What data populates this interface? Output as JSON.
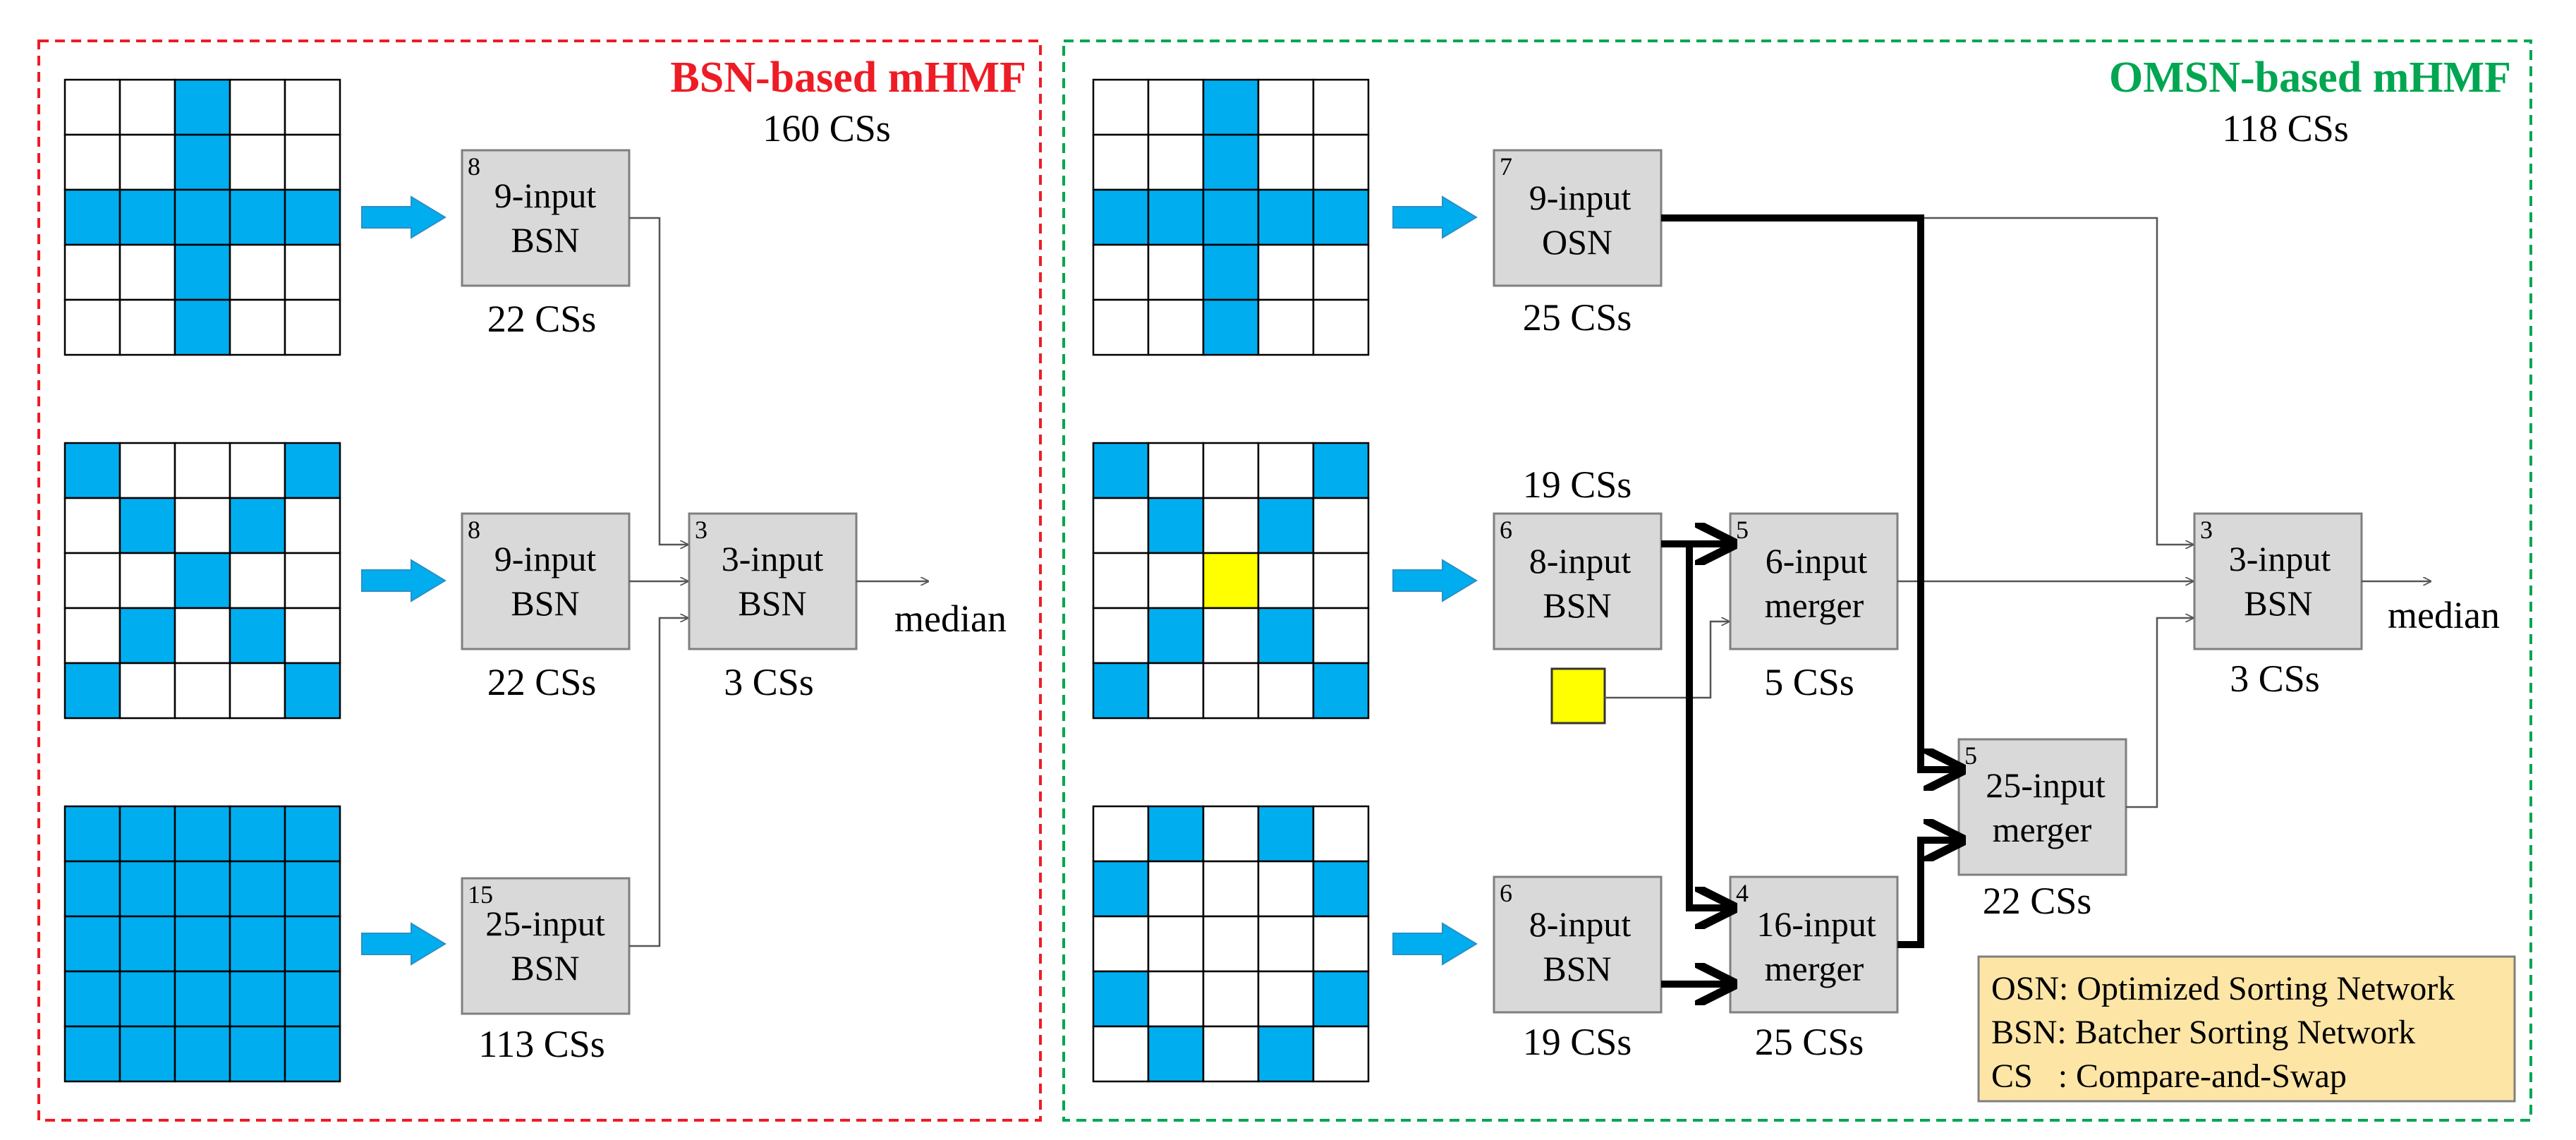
{
  "colors": {
    "fill_cell": "#00aeef",
    "center_cell": "#ffff00",
    "bsn_title": "#ee1c25",
    "omsn_title": "#00a651",
    "legend_bg": "#fde5a6"
  },
  "left_panel": {
    "title": "BSN-based mHMF",
    "total": "160 CSs",
    "blocks": [
      {
        "sup": "8",
        "line1": "9-input",
        "line2": "BSN",
        "count": "22 CSs"
      },
      {
        "sup": "8",
        "line1": "9-input",
        "line2": "BSN",
        "count": "22 CSs"
      },
      {
        "sup": "15",
        "line1": "25-input",
        "line2": "BSN",
        "count": "113 CSs"
      },
      {
        "sup": "3",
        "line1": "3-input",
        "line2": "BSN",
        "count": "3 CSs"
      }
    ],
    "output_label": "median",
    "masks": [
      "0010000100111110010000100",
      "1000101010001000101010001",
      "1111111111111111111111111"
    ]
  },
  "right_panel": {
    "title": "OMSN-based mHMF",
    "total": "118 CSs",
    "blocks": [
      {
        "sup": "7",
        "line1": "9-input",
        "line2": "OSN",
        "count": "25 CSs"
      },
      {
        "sup": "6",
        "line1": "8-input",
        "line2": "BSN",
        "count": "19 CSs"
      },
      {
        "sup": "6",
        "line1": "8-input",
        "line2": "BSN",
        "count": "19 CSs"
      },
      {
        "sup": "5",
        "line1": "6-input",
        "line2": "merger",
        "count": "5 CSs"
      },
      {
        "sup": "4",
        "line1": "16-input",
        "line2": "merger",
        "count": "25 CSs"
      },
      {
        "sup": "5",
        "line1": "25-input",
        "line2": "merger",
        "count": "22 CSs"
      },
      {
        "sup": "3",
        "line1": "3-input",
        "line2": "BSN",
        "count": "3 CSs"
      }
    ],
    "output_label": "median",
    "masks": [
      "0010000100111110010000100",
      "1000101010002000101010001",
      "0101010001000001000101010"
    ]
  },
  "legend": [
    "OSN: Optimized Sorting Network",
    "BSN: Batcher Sorting Network",
    "CS   : Compare-and-Swap"
  ]
}
